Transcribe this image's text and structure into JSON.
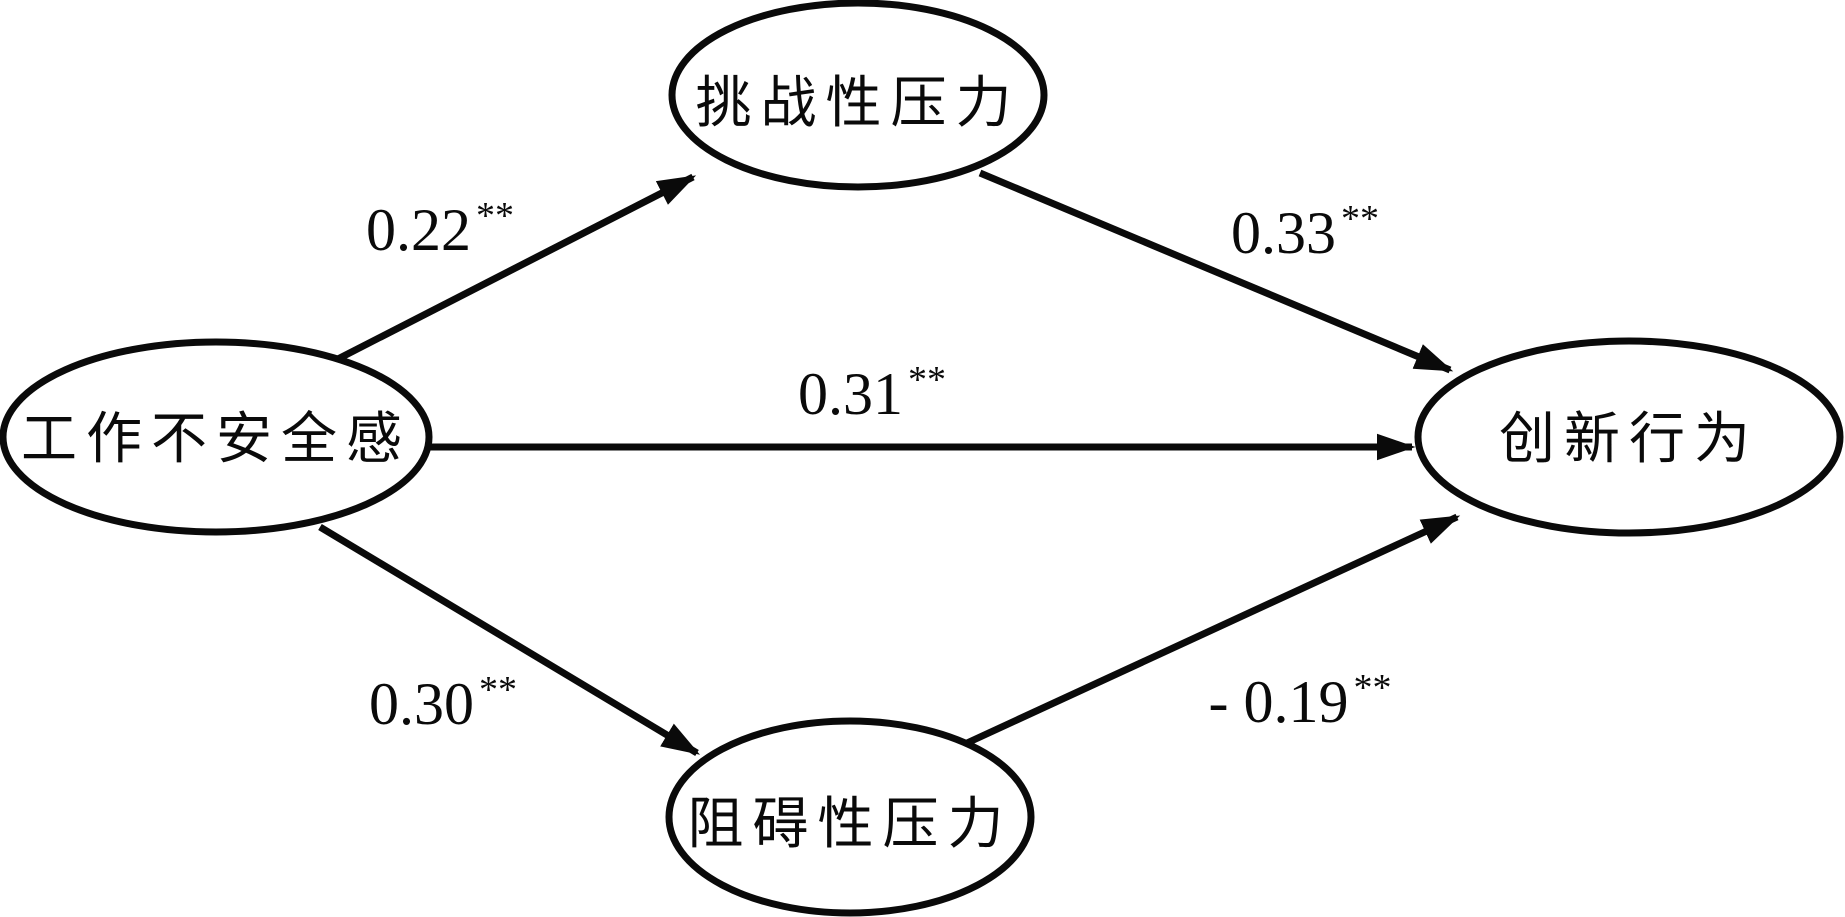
{
  "diagram": {
    "type": "path-model",
    "background_color": "#ffffff",
    "stroke_color": "#0a0a0a",
    "nodes": [
      {
        "id": "job-insecurity",
        "label": "工作不安全感",
        "shape": "ellipse",
        "position": "left"
      },
      {
        "id": "challenge-stress",
        "label": "挑战性压力",
        "shape": "ellipse",
        "position": "top-center"
      },
      {
        "id": "hindrance-stress",
        "label": "阻碍性压力",
        "shape": "ellipse",
        "position": "bottom-center"
      },
      {
        "id": "innovative-behavior",
        "label": "创新行为",
        "shape": "ellipse",
        "position": "right"
      }
    ],
    "edges": [
      {
        "from": "job-insecurity",
        "to": "challenge-stress",
        "value": "0.22",
        "sig": "**"
      },
      {
        "from": "challenge-stress",
        "to": "innovative-behavior",
        "value": "0.33",
        "sig": "**"
      },
      {
        "from": "job-insecurity",
        "to": "innovative-behavior",
        "value": "0.31",
        "sig": "**"
      },
      {
        "from": "job-insecurity",
        "to": "hindrance-stress",
        "value": "0.30",
        "sig": "**"
      },
      {
        "from": "hindrance-stress",
        "to": "innovative-behavior",
        "value": "- 0.19",
        "sig": "**"
      }
    ]
  }
}
